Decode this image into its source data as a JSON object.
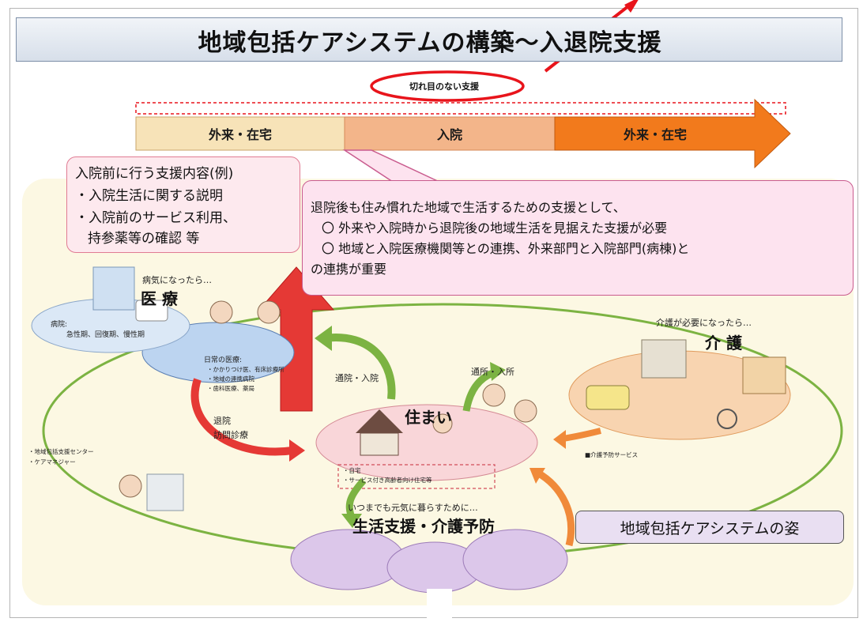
{
  "title": "地域包括ケアシステムの構築～入退院支援",
  "seamless_label": "切れ目のない支援",
  "phases": [
    "外来・在宅",
    "入院",
    "外来・在宅"
  ],
  "pre_admission_box": {
    "lines": [
      "入院前に行う支援内容(例)",
      "・入院生活に関する説明",
      "・入院前のサービス利用、",
      "持参薬等の確認 等"
    ]
  },
  "post_discharge_box": {
    "lines": [
      "退院後も住み慣れた地域で生活するための支援として、",
      "〇 外来や入院時から退院後の地域生活を見据えた支援が必要",
      "〇 地域と入院医療機関等との連携、外来部門と入院部門(病棟)と",
      "の連携が重要"
    ]
  },
  "medical": {
    "heading_small": "病気になったら…",
    "heading": "医 療",
    "hospital_label": "病院:",
    "hospital_types": "急性期、回復期、慢性期",
    "daily_title": "日常の医療:",
    "daily_items": [
      "・かかりつけ医、有床診療所",
      "・地域の連携病院",
      "・歯科医療、薬局"
    ]
  },
  "care": {
    "heading_small": "介護が必要になったら…",
    "heading": "介 護",
    "service_label": "■介護予防サービス"
  },
  "residence": {
    "heading": "住まい",
    "items": [
      "・自宅",
      "・サービス付き高齢者向け住宅等"
    ]
  },
  "arrows": {
    "to_hospital": "通院・入院",
    "discharge": "退院",
    "home_visit": "訪問診療",
    "to_facility": "通所・入所"
  },
  "support_center": [
    "・地域包括支援センター",
    "・ケアマネジャー"
  ],
  "prevention": {
    "heading_small": "いつまでも元気に暮らすために…",
    "heading": "生活支援・介護予防"
  },
  "system_label": "地域包括ケアシステムの姿",
  "colors": {
    "annotation_red": "#e8141b",
    "phase_outpatient": "#f7e3b8",
    "phase_inpatient": "#f3b58a",
    "phase_outpatient_after": "#f27a1c",
    "green_arrow": "#7cb342",
    "orange_arrow": "#f08a3a",
    "red_arrow": "#e53935"
  }
}
